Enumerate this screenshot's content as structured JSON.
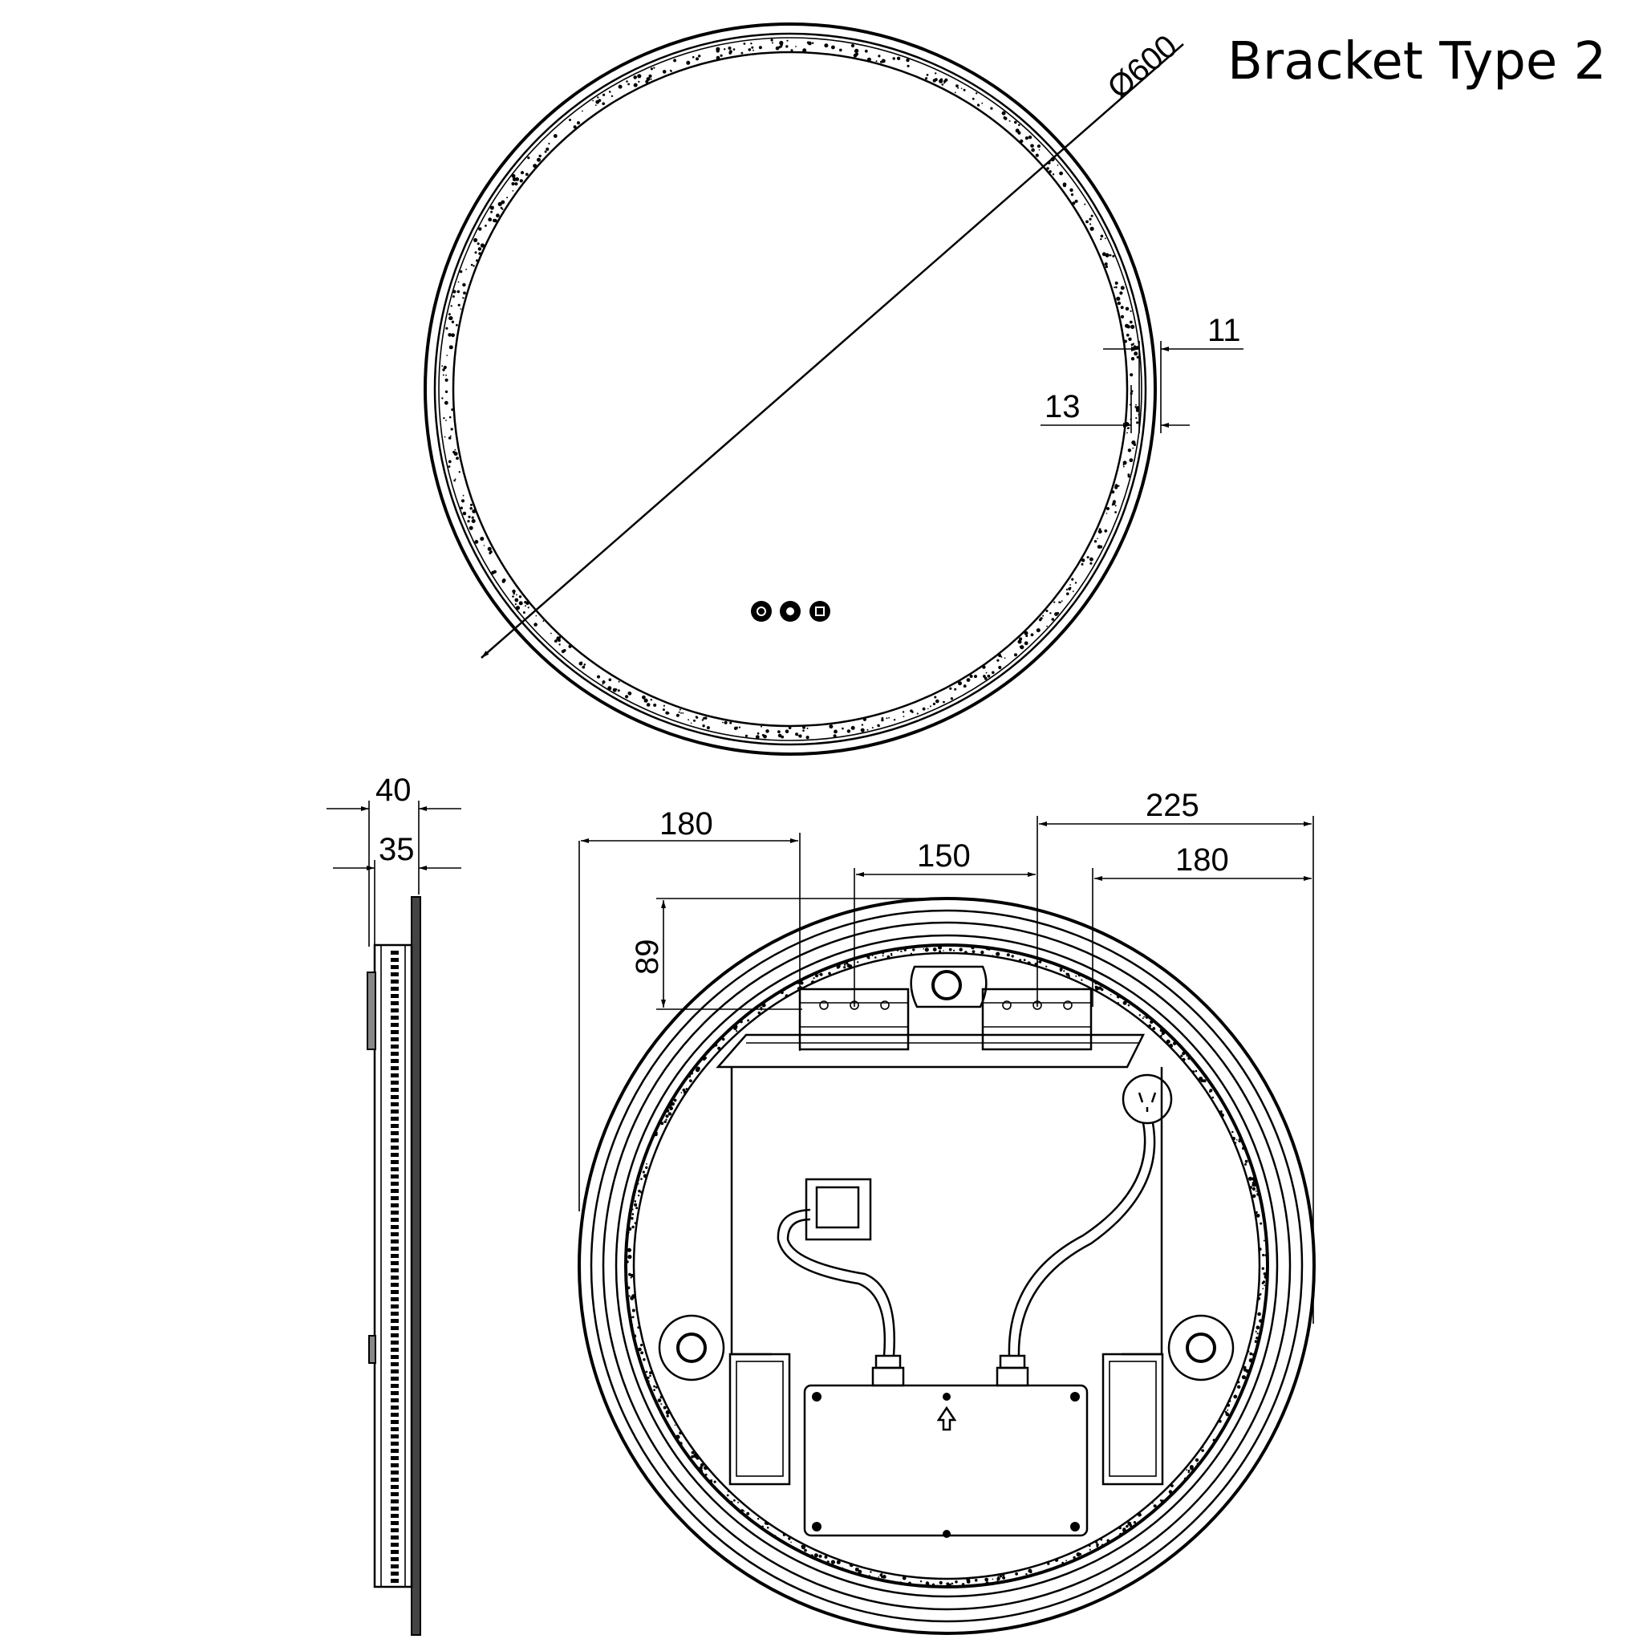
{
  "title": "Bracket Type 2",
  "front_view": {
    "diameter_label": "Ø600",
    "frame_width_label": "11",
    "led_offset_label": "13",
    "touch_buttons": [
      "power-icon",
      "dimmer-icon",
      "demister-icon"
    ]
  },
  "side_view": {
    "depth_total_label": "40",
    "depth_body_label": "35"
  },
  "back_view": {
    "left_bracket_offset_label": "180",
    "bracket_spacing_label": "150",
    "right_edge_to_bracket_label": "225",
    "right_bracket_offset_label": "180",
    "bracket_height_label": "89"
  }
}
